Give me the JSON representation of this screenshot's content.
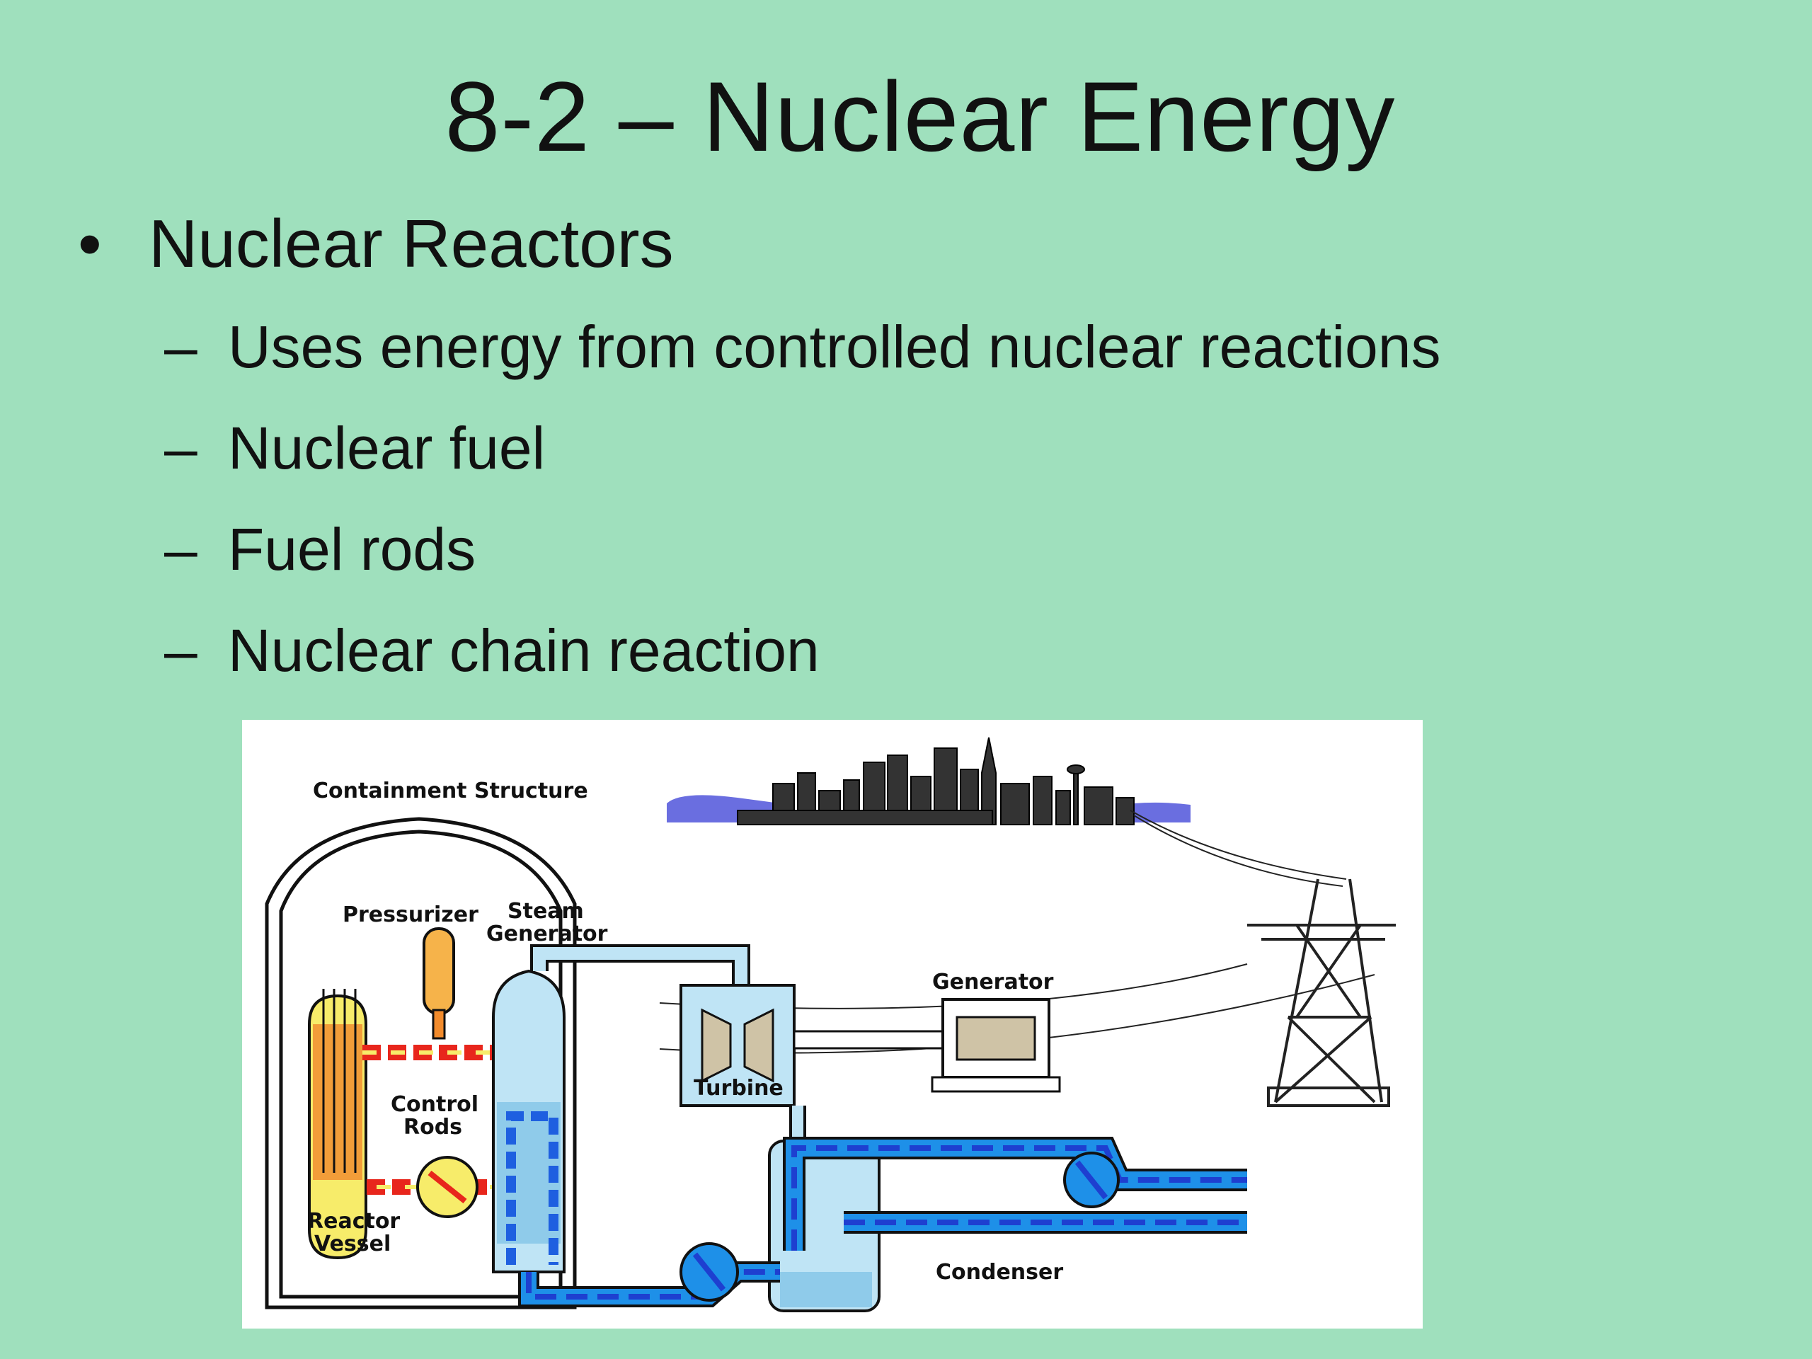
{
  "slide": {
    "title": "8-2 – Nuclear Energy",
    "bullet": "Nuclear Reactors",
    "sub_items": [
      "Uses energy from controlled nuclear reactions",
      "Nuclear fuel",
      "Fuel rods",
      "Nuclear chain reaction"
    ]
  },
  "diagram": {
    "labels": {
      "containment": "Containment Structure",
      "pressurizer": "Pressurizer",
      "steam_generator_1": "Steam",
      "steam_generator_2": "Generator",
      "generator": "Generator",
      "control_rods_1": "Control",
      "control_rods_2": "Rods",
      "turbine": "Turbine",
      "reactor_vessel_1": "Reactor",
      "reactor_vessel_2": "Vessel",
      "condenser": "Condenser"
    }
  },
  "colors": {
    "background": "#9fe0bd",
    "hot_loop": "#e8261c",
    "cold_loop": "#1e5fe0",
    "water": "#bfe4f5",
    "reactor_fill": "#f7ec6a"
  }
}
